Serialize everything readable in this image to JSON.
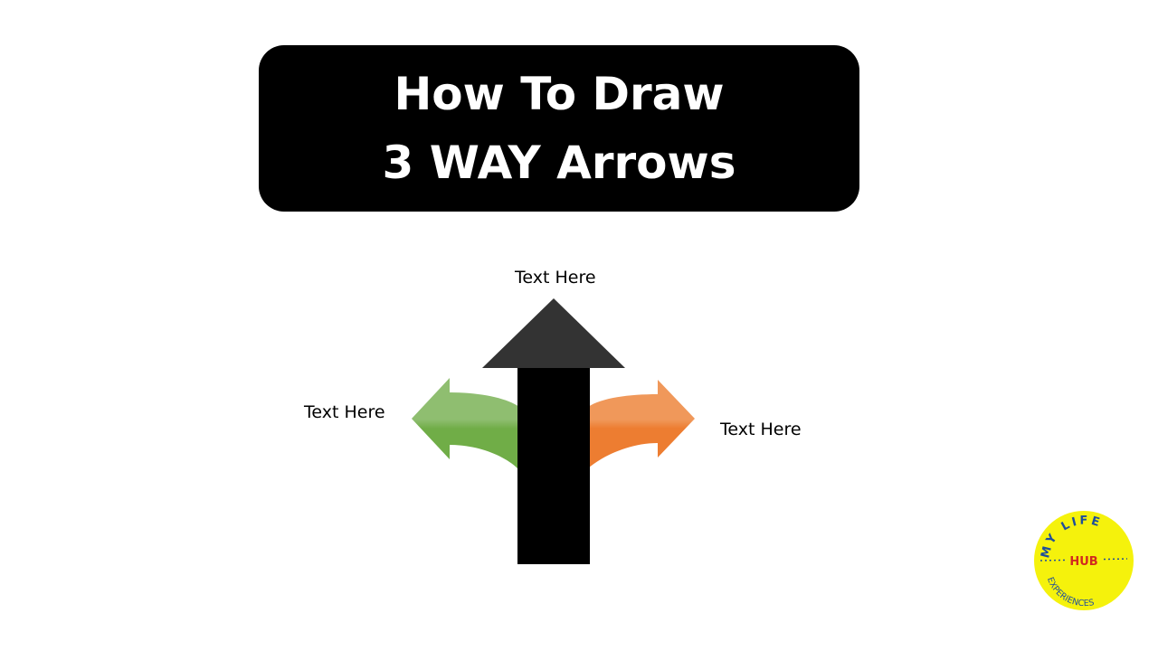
{
  "title": {
    "line1": "How To Draw",
    "line2": "3 WAY Arrows"
  },
  "arrows": {
    "up": {
      "label": "Text Here",
      "color": "#333333",
      "shaft_color": "#000000"
    },
    "left": {
      "label": "Text Here",
      "color": "#70AD47",
      "light_color": "#8FBE70"
    },
    "right": {
      "label": "Text Here",
      "color": "#ED7D31",
      "light_color": "#F0985A"
    }
  },
  "logo": {
    "top_text": "MY LIFE",
    "center_text": "HUB",
    "bottom_text": "EXPERIENCES",
    "fill_color": "#F5F20C",
    "text_color": "#1F4E9A",
    "center_color": "#D12A1F"
  }
}
